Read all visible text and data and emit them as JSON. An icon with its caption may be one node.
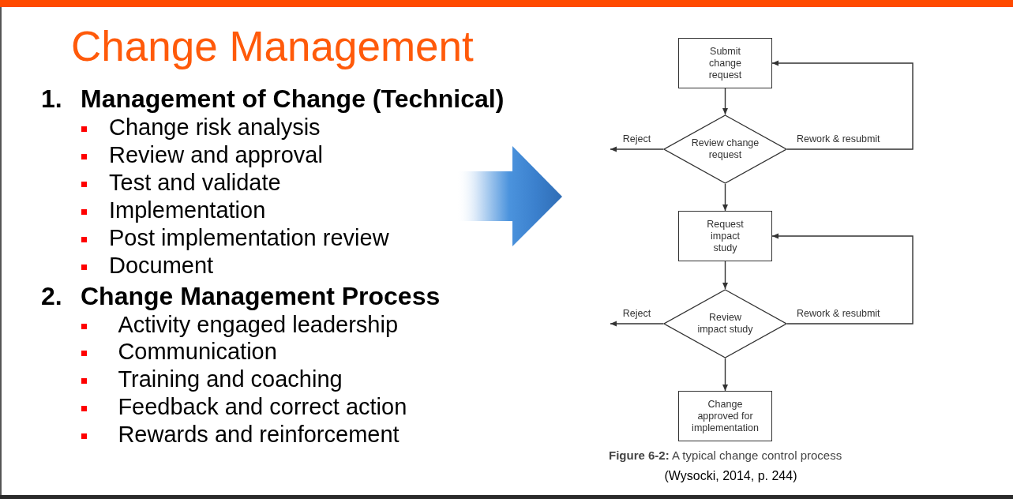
{
  "diagram": {
    "title": "Change Management",
    "caption": "**Figure 6-2:** A typical change control process",
    "nodes": [
      {
        "text": [
          "Submit change request"
        ]
      },
      {
        "text": [
          "Review change request"
        ]
      },
      {
        "text": [
          "Request impact study"
        ]
      },
      {
        "text": [
          "Review impact study"
        ]
      },
      {
        "text": [
          "Change approved for implementation"
        ]
      }
    ],
    "edges": [
      {
        "from": 0,
        "to": 1,
        "arrow": "to"
      },
      {
        "from": 1,
        "to": null,
        "arrow": "to",
        "label": "Reject"
      },
      {
        "from": 1,
        "to": 0,
        "arrow": "to",
        "label": "Rework & resubmit"
      },
      {
        "from": 1,
        "to": 2,
        "arrow": "to"
      },
      {
        "from": 2,
        "to": 3,
        "arrow": "to"
      },
      {
        "from": 3,
        "to": null,
        "arrow": "to",
        "label": "Reject"
      },
      {
        "from": 3,
        "to": 2,
        "arrow": "to",
        "label": "Rework & resubmit"
      },
      {
        "from": 3,
        "to": 4,
        "arrow": "to"
      }
    ],
    "labels": [
      "1.",
      "Management of Change (Technical)",
      "Change risk analysis",
      "Review and approval",
      "Test and validate",
      "Implementation",
      "Post implementation review",
      "Document",
      "2.",
      "Change Management Process",
      "Activity engaged leadership",
      "Communication",
      "Training and coaching",
      "Feedback and correct action",
      "Rewards and reinforcement",
      "(Wysocki, 2014, p. 244)"
    ]
  }
}
